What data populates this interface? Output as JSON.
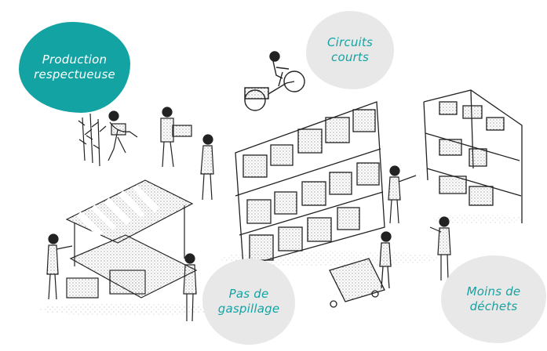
{
  "badges": {
    "production": {
      "line1": "Production",
      "line2": "respectueuse"
    },
    "circuits": {
      "line1": "Circuits",
      "line2": "courts"
    },
    "gaspillage": {
      "line1": "Pas de",
      "line2": "gaspillage"
    },
    "dechets": {
      "line1": "Moins de",
      "line2": "déchets"
    }
  },
  "colors": {
    "teal": "#14a3a3",
    "light_gray": "#e8e8e8",
    "ink": "#222222",
    "white": "#ffffff"
  },
  "icons": [
    "farmer-planting-icon",
    "worker-with-crate-icon",
    "cargo-bike-icon",
    "market-stall-icon",
    "warehouse-shelves-icon",
    "hand-truck-icon",
    "person-pointing-icon"
  ]
}
